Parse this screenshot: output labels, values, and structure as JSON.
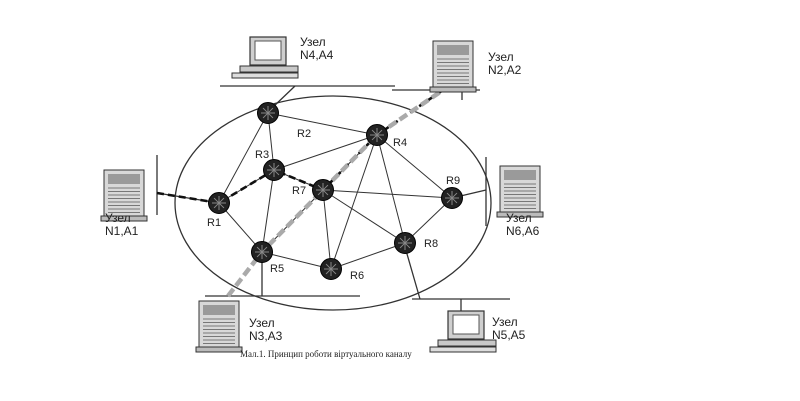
{
  "figure": {
    "caption": "Мал.1. Принцип роботи віртуального каналу"
  },
  "routers": [
    {
      "id": "R1",
      "label": "R1"
    },
    {
      "id": "R2",
      "label": "R2"
    },
    {
      "id": "R3",
      "label": "R3"
    },
    {
      "id": "R4",
      "label": "R4"
    },
    {
      "id": "R5",
      "label": "R5"
    },
    {
      "id": "R6",
      "label": "R6"
    },
    {
      "id": "R7",
      "label": "R7"
    },
    {
      "id": "R8",
      "label": "R8"
    },
    {
      "id": "R9",
      "label": "R9"
    }
  ],
  "hosts": [
    {
      "id": "N1",
      "line1": "Узел",
      "line2": "N1,A1",
      "kind": "server"
    },
    {
      "id": "N2",
      "line1": "Узел",
      "line2": "N2,A2",
      "kind": "server"
    },
    {
      "id": "N3",
      "line1": "Узел",
      "line2": "N3,A3",
      "kind": "server"
    },
    {
      "id": "N4",
      "line1": "Узел",
      "line2": "N4,A4",
      "kind": "workstation"
    },
    {
      "id": "N5",
      "line1": "Узел",
      "line2": "N5,A5",
      "kind": "workstation"
    },
    {
      "id": "N6",
      "line1": "Узел",
      "line2": "N6,A6",
      "kind": "server"
    }
  ],
  "links": [
    [
      "R1",
      "R2"
    ],
    [
      "R1",
      "R3"
    ],
    [
      "R1",
      "R5"
    ],
    [
      "R2",
      "R3"
    ],
    [
      "R2",
      "R4"
    ],
    [
      "R3",
      "R4"
    ],
    [
      "R3",
      "R5"
    ],
    [
      "R3",
      "R7"
    ],
    [
      "R4",
      "R7"
    ],
    [
      "R4",
      "R9"
    ],
    [
      "R4",
      "R6"
    ],
    [
      "R4",
      "R8"
    ],
    [
      "R5",
      "R7"
    ],
    [
      "R5",
      "R6"
    ],
    [
      "R6",
      "R7"
    ],
    [
      "R6",
      "R8"
    ],
    [
      "R7",
      "R8"
    ],
    [
      "R7",
      "R9"
    ],
    [
      "R8",
      "R9"
    ]
  ],
  "virtual_channels": [
    {
      "id": "vc-black",
      "style": "dashed-black",
      "path": [
        "N1",
        "R1",
        "R3",
        "R7",
        "R4",
        "N2"
      ]
    },
    {
      "id": "vc-gray",
      "style": "dashed-gray",
      "path": [
        "N3",
        "R5",
        "R7",
        "R4",
        "N2"
      ]
    }
  ],
  "colors": {
    "router_fill": "#222222",
    "line": "#333333",
    "vc_black": "#111111",
    "vc_gray": "#aaaaaa"
  }
}
